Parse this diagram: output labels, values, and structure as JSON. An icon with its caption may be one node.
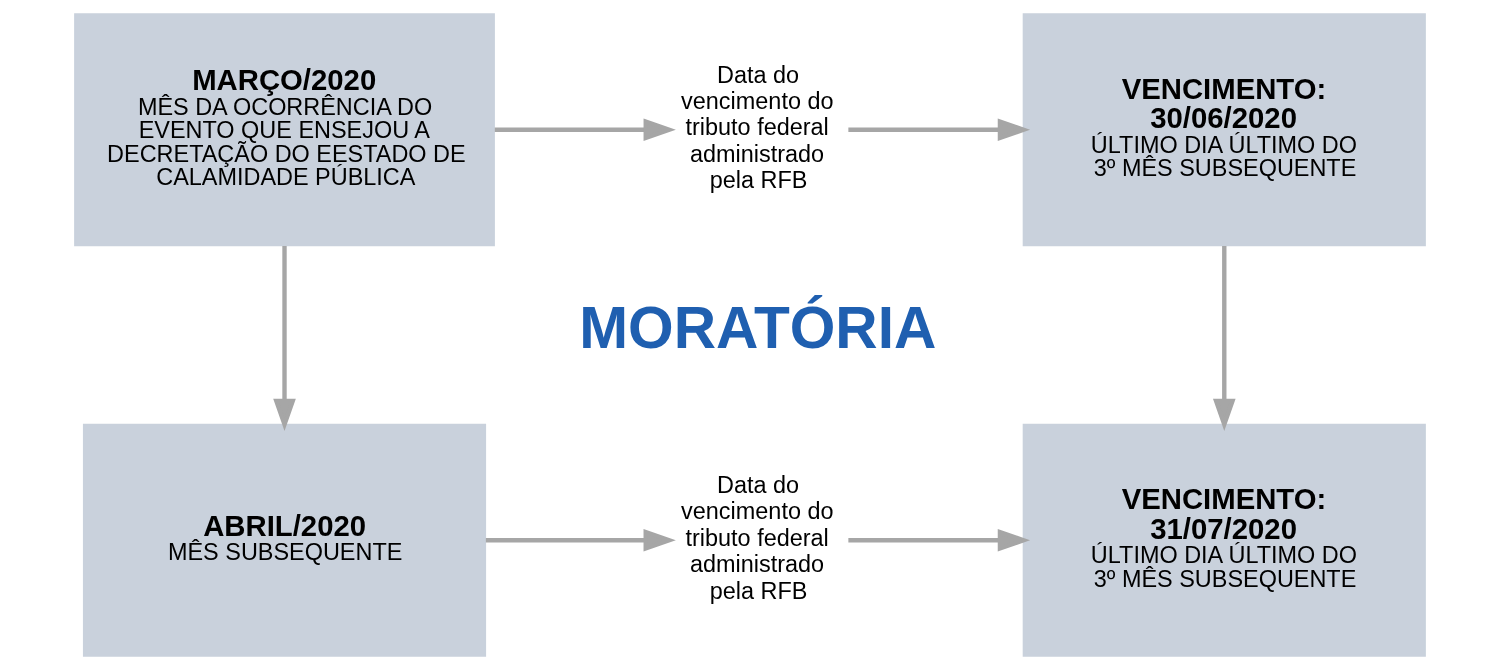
{
  "diagram": {
    "nodes": [
      {
        "text": [
          "MARÇO/2020",
          "MÊS DA OCORRÊNCIA DO EVENTO QUE ENSEJOU A DECRETAÇÃO DO EESTADO DE CALAMIDADE PÚBLICA"
        ]
      },
      {
        "text": [
          "Data do vencimento do tributo federal administrado pela RFB"
        ]
      },
      {
        "text": [
          "VENCIMENTO: 30/06/2020",
          "ÚLTIMO DIA ÚLTIMO DO 3º MÊS SUBSEQUENTE"
        ]
      },
      {
        "text": [
          "ABRIL/2020",
          "MÊS SUBSEQUENTE"
        ]
      },
      {
        "text": [
          "Data do vencimento do tributo federal administrado pela RFB"
        ]
      },
      {
        "text": [
          "VENCIMENTO: 31/07/2020",
          "ÚLTIMO DIA ÚLTIMO DO 3º MÊS SUBSEQUENTE"
        ]
      }
    ],
    "edges": [
      {
        "from": 0,
        "to": 1,
        "arrow": "to"
      },
      {
        "from": 1,
        "to": 2,
        "arrow": "to"
      },
      {
        "from": 0,
        "to": 3,
        "arrow": "to"
      },
      {
        "from": 2,
        "to": 5,
        "arrow": "to"
      },
      {
        "from": 3,
        "to": 4,
        "arrow": "to"
      },
      {
        "from": 4,
        "to": 5,
        "arrow": "to"
      }
    ],
    "labels": [
      "MORATÓRIA"
    ]
  }
}
